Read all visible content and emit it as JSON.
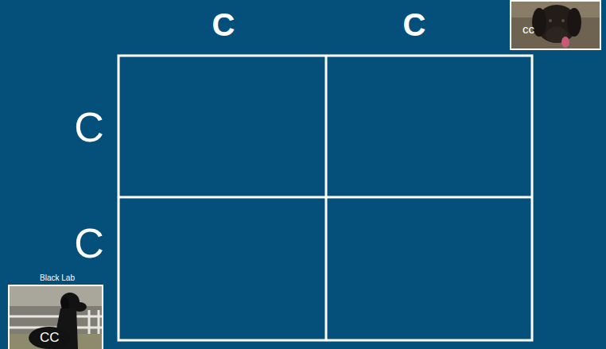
{
  "diagram": {
    "nodes": [
      {
        "text": [
          "cc"
        ]
      },
      {
        "text": [
          "Black Lab",
          "CC"
        ]
      }
    ],
    "labels": [
      "C",
      "C",
      "C",
      "C"
    ]
  }
}
